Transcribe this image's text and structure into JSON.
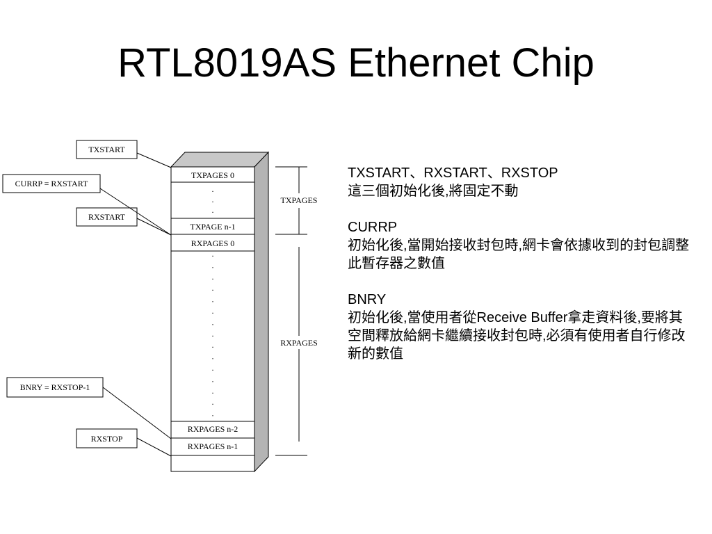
{
  "slide": {
    "title": "RTL8019AS Ethernet Chip"
  },
  "diagram": {
    "pointers": {
      "txstart": "TXSTART",
      "currp": "CURRP = RXSTART",
      "rxstart": "RXSTART",
      "bnry": "BNRY = RXSTOP-1",
      "rxstop": "RXSTOP"
    },
    "pages": {
      "txpages_0": "TXPAGES 0",
      "txpage_n_1": "TXPAGE n-1",
      "rxpages_0": "RXPAGES 0",
      "rxpages_n_2": "RXPAGES n-2",
      "rxpages_n_1": "RXPAGES n-1"
    },
    "ranges": {
      "txpages": "TXPAGES",
      "rxpages": "RXPAGES"
    },
    "ellipsis_dot": "."
  },
  "notes": [
    {
      "head": "TXSTART、RXSTART、RXSTOP",
      "body": "這三個初始化後,將固定不動"
    },
    {
      "head": "CURRP",
      "body": "初始化後,當開始接收封包時,網卡會依據收到的封包調整此暫存器之數值"
    },
    {
      "head": "BNRY",
      "body": "初始化後,當使用者從Receive Buffer拿走資料後,要將其空間釋放給網卡繼續接收封包時,必須有使用者自行修改新的數值"
    }
  ]
}
